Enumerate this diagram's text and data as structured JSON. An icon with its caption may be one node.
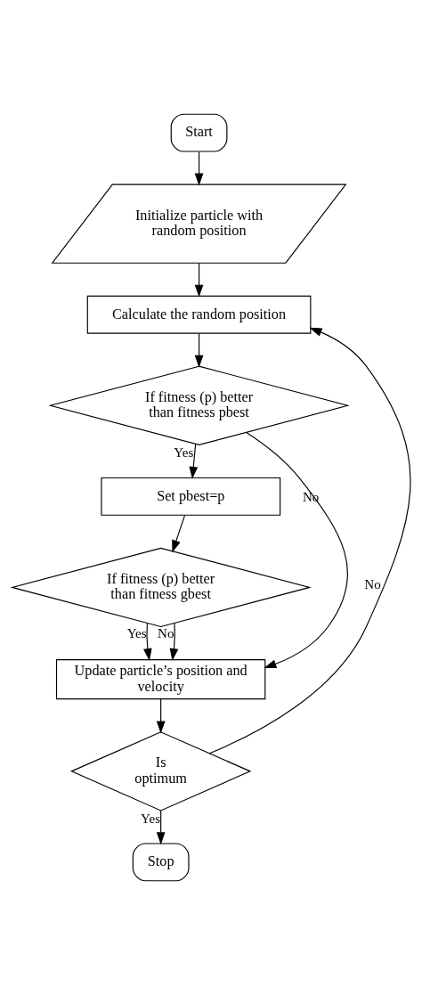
{
  "diagram": {
    "nodes": [
      {
        "text": [
          "Start"
        ]
      },
      {
        "text": [
          "Initialize particle with random position"
        ]
      },
      {
        "text": [
          "Calculate the random position"
        ]
      },
      {
        "text": [
          "If fitness (p) better than fitness pbest"
        ]
      },
      {
        "text": [
          "Set pbest=p"
        ]
      },
      {
        "text": [
          "If fitness (p) better than fitness gbest"
        ]
      },
      {
        "text": [
          "Update particle’s position and velocity"
        ]
      },
      {
        "text": [
          "Is optimum"
        ]
      },
      {
        "text": [
          "Stop"
        ]
      }
    ],
    "edges": [
      {
        "from": 0,
        "to": 1,
        "arrow": "to"
      },
      {
        "from": 1,
        "to": 2,
        "arrow": "to"
      },
      {
        "from": 2,
        "to": 3,
        "arrow": "to"
      },
      {
        "from": 3,
        "to": 4,
        "arrow": "to",
        "label": "Yes"
      },
      {
        "from": 3,
        "to": 6,
        "arrow": "to",
        "label": "No"
      },
      {
        "from": 4,
        "to": 5,
        "arrow": "to"
      },
      {
        "from": 5,
        "to": 6,
        "arrow": "to",
        "label": "Yes"
      },
      {
        "from": 5,
        "to": 6,
        "arrow": "to",
        "label": "No"
      },
      {
        "from": 6,
        "to": 7,
        "arrow": "to"
      },
      {
        "from": 7,
        "to": 8,
        "arrow": "to",
        "label": "Yes"
      },
      {
        "from": 7,
        "to": 2,
        "arrow": "to",
        "label": "No"
      }
    ]
  }
}
